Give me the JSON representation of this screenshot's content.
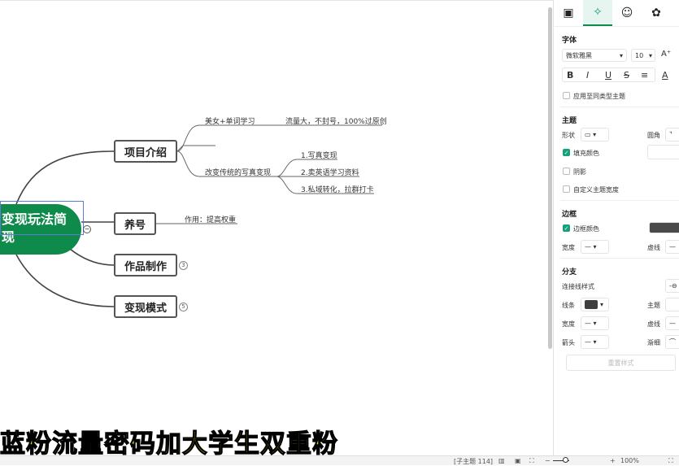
{
  "mindmap": {
    "root": "变现玩法简\n现",
    "root_line1": "变现玩法简",
    "root_line2": "现",
    "topics": [
      {
        "label": "项目介绍"
      },
      {
        "label": "养号"
      },
      {
        "label": "作品制作",
        "badge": "3"
      },
      {
        "label": "变现模式",
        "badge": "5"
      }
    ],
    "subtopics": {
      "intro_1": "美女+单词学习",
      "intro_1_detail": "流量大，不封号，100%过原创",
      "intro_3": "改变传统的写真变现",
      "intro_3_children": [
        "1.写真变现",
        "2.卖英语学习资料",
        "3.私域转化，拉群打卡"
      ],
      "yanghao_1": "作用：提高权重"
    },
    "collapse_symbol": "−"
  },
  "subtitle": "蓝粉流量密码加大学生双重粉",
  "status": {
    "topic": "[子主题 114]",
    "zoom": "100%",
    "minus": "−",
    "plus": "+"
  },
  "panel": {
    "tabs": [
      "style-icon",
      "ai-icon",
      "marker-icon",
      "theme-icon"
    ],
    "font_section": "字体",
    "font_name": "微软雅黑",
    "font_size": "10",
    "font_grow": "A⁺",
    "format_buttons": [
      "B",
      "I",
      "U",
      "S",
      "≡",
      "A"
    ],
    "apply_same": "应用至同类型主题",
    "topic_section": "主题",
    "shape_label": "形状",
    "corner_label": "圆角",
    "fill_label": "填充颜色",
    "shadow_label": "阴影",
    "custom_width_label": "自定义主题宽度",
    "border_section": "边框",
    "border_color_label": "边框颜色",
    "border_width_label": "宽度",
    "border_dash_label": "虚线",
    "branch_section": "分支",
    "connector_style_label": "连接线样式",
    "line_label": "线条",
    "branch_topic_label": "主题",
    "branch_width_label": "宽度",
    "branch_dash_label": "虚线",
    "arrow_label": "箭头",
    "taper_label": "渐细",
    "reset_button": "重置样式",
    "colors": {
      "accent": "#0e8a4b",
      "border_color": "#4a4a4a",
      "line_color": "#3e3e3e"
    }
  }
}
